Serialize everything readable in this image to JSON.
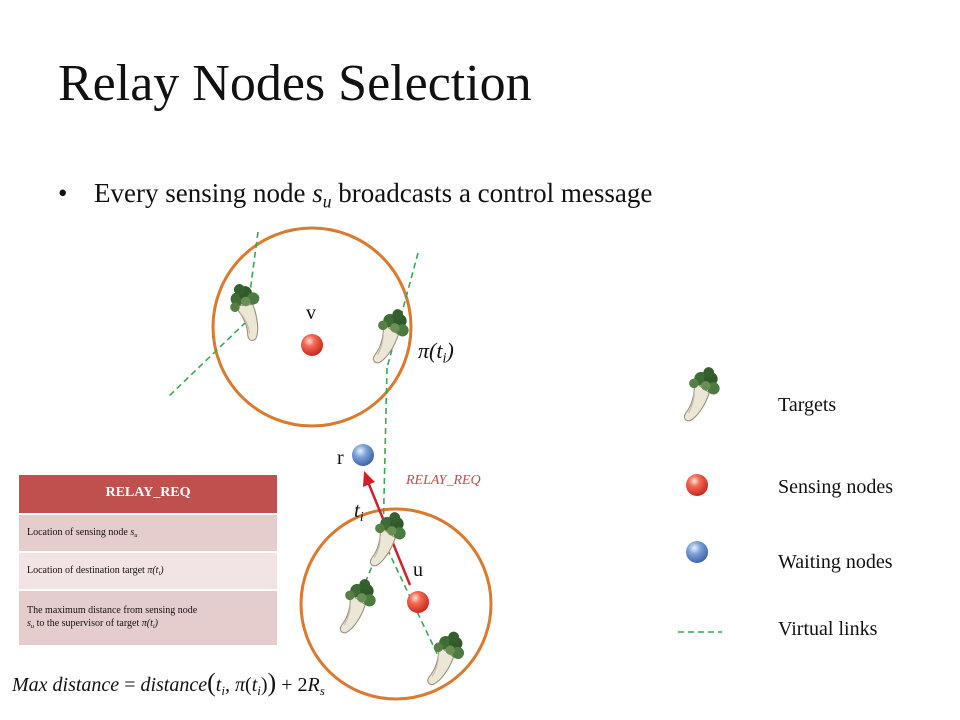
{
  "slide": {
    "title": "Relay Nodes Selection",
    "bullet": {
      "text_before": "Every sensing node ",
      "var": "s",
      "var_sub": "u",
      "text_after": " broadcasts a control message"
    }
  },
  "diagram": {
    "labels": {
      "v": "v",
      "r": "r",
      "u": "u",
      "pi_target": "π(t",
      "pi_sub": "i",
      "pi_close": ")",
      "ti": "t",
      "ti_sub": "i",
      "relay_message": "RELAY_REQ"
    },
    "colors": {
      "circle_stroke": "#d97a2e",
      "sensing_node": "#e8453a",
      "waiting_node": "#4f7fc2",
      "virtual_link": "#3aa655",
      "relay_arrow": "#d1202a"
    }
  },
  "legend": {
    "targets": "Targets",
    "sensing_nodes": "Sensing nodes",
    "waiting_nodes": "Waiting nodes",
    "virtual_links": "Virtual links"
  },
  "relay_table": {
    "header": "RELAY_REQ",
    "row1_text": "Location of sensing node ",
    "row1_var": "s",
    "row1_sub": "u",
    "row2_text": "Location of destination target  ",
    "row2_var": "π(t",
    "row2_sub": "i",
    "row2_close": ")",
    "row3_text_a": "The maximum distance from sensing node",
    "row3_var": "s",
    "row3_sub": "u",
    "row3_text_b": "  to the supervisor of target ",
    "row3_var2": "π(t",
    "row3_sub2": "i",
    "row3_close": ")"
  },
  "formula": {
    "lhs": "Max distance",
    "eq": " = ",
    "func": "distance",
    "open": "(",
    "t": "t",
    "t_sub": "i",
    "comma": ", ",
    "pi": "π",
    "pi_open": "(",
    "pi_t": "t",
    "pi_t_sub": "i",
    "pi_close": ")",
    "close": ")",
    "plus": " + 2",
    "R": "R",
    "R_sub": "s"
  }
}
